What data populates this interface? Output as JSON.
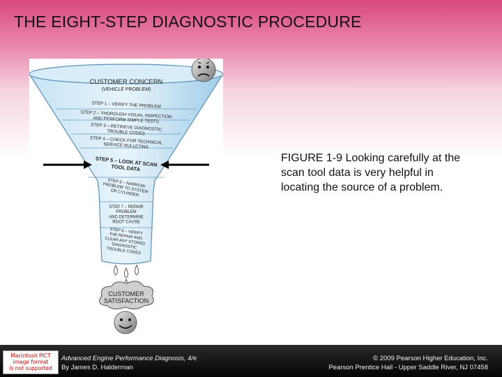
{
  "slide": {
    "title": "THE EIGHT-STEP DIAGNOSTIC PROCEDURE"
  },
  "caption": {
    "label": "FIGURE 1-9",
    "text": "Looking carefully at the scan tool data is very helpful in locating the source of a problem."
  },
  "diagram": {
    "top_label": "CUSTOMER CONCERN",
    "top_sublabel": "(VEHICLE PROBLEM)",
    "steps": [
      [
        "STEP 1 – VERIFY THE PROBLEM"
      ],
      [
        "STEP 2 – THOROUGH VISUAL INSPECTION",
        "AND PERFORM SIMPLE TESTS"
      ],
      [
        "STEP 3 – RETRIEVE DIAGNOSTIC",
        "TROUBLE CODES"
      ],
      [
        "STEP 4 – CHECK FOR TECHNICAL",
        "SERVICE BULLETINS"
      ],
      [
        "STEP 5 – LOOK AT SCAN",
        "TOOL DATA"
      ],
      [
        "STEP 6 – NARROW",
        "PROBLEM TO SYSTEM",
        "OR CYLINDER"
      ],
      [
        "STEP 7 – REPAIR",
        "PROBLEM",
        "AND DETERMINE",
        "ROOT CAUSE"
      ],
      [
        "STEP 8 – VERIFY",
        "THE REPAIR AND",
        "CLEAR ANY STORED",
        "DIAGNOSTIC",
        "TROUBLE CODES"
      ]
    ],
    "bottom_label": [
      "CUSTOMER",
      "SATISFACTION"
    ]
  },
  "footer": {
    "book_title": "Advanced Engine Performance Diagnosis, 4/e",
    "author": "By James D. Halderman",
    "copyright": "© 2009 Pearson Higher Education, Inc.",
    "publisher": "Pearson Prentice Hall - Upper Saddle River, NJ 07458",
    "pict_notice": [
      "Macintosh PICT",
      "image format",
      "is not supported"
    ]
  }
}
